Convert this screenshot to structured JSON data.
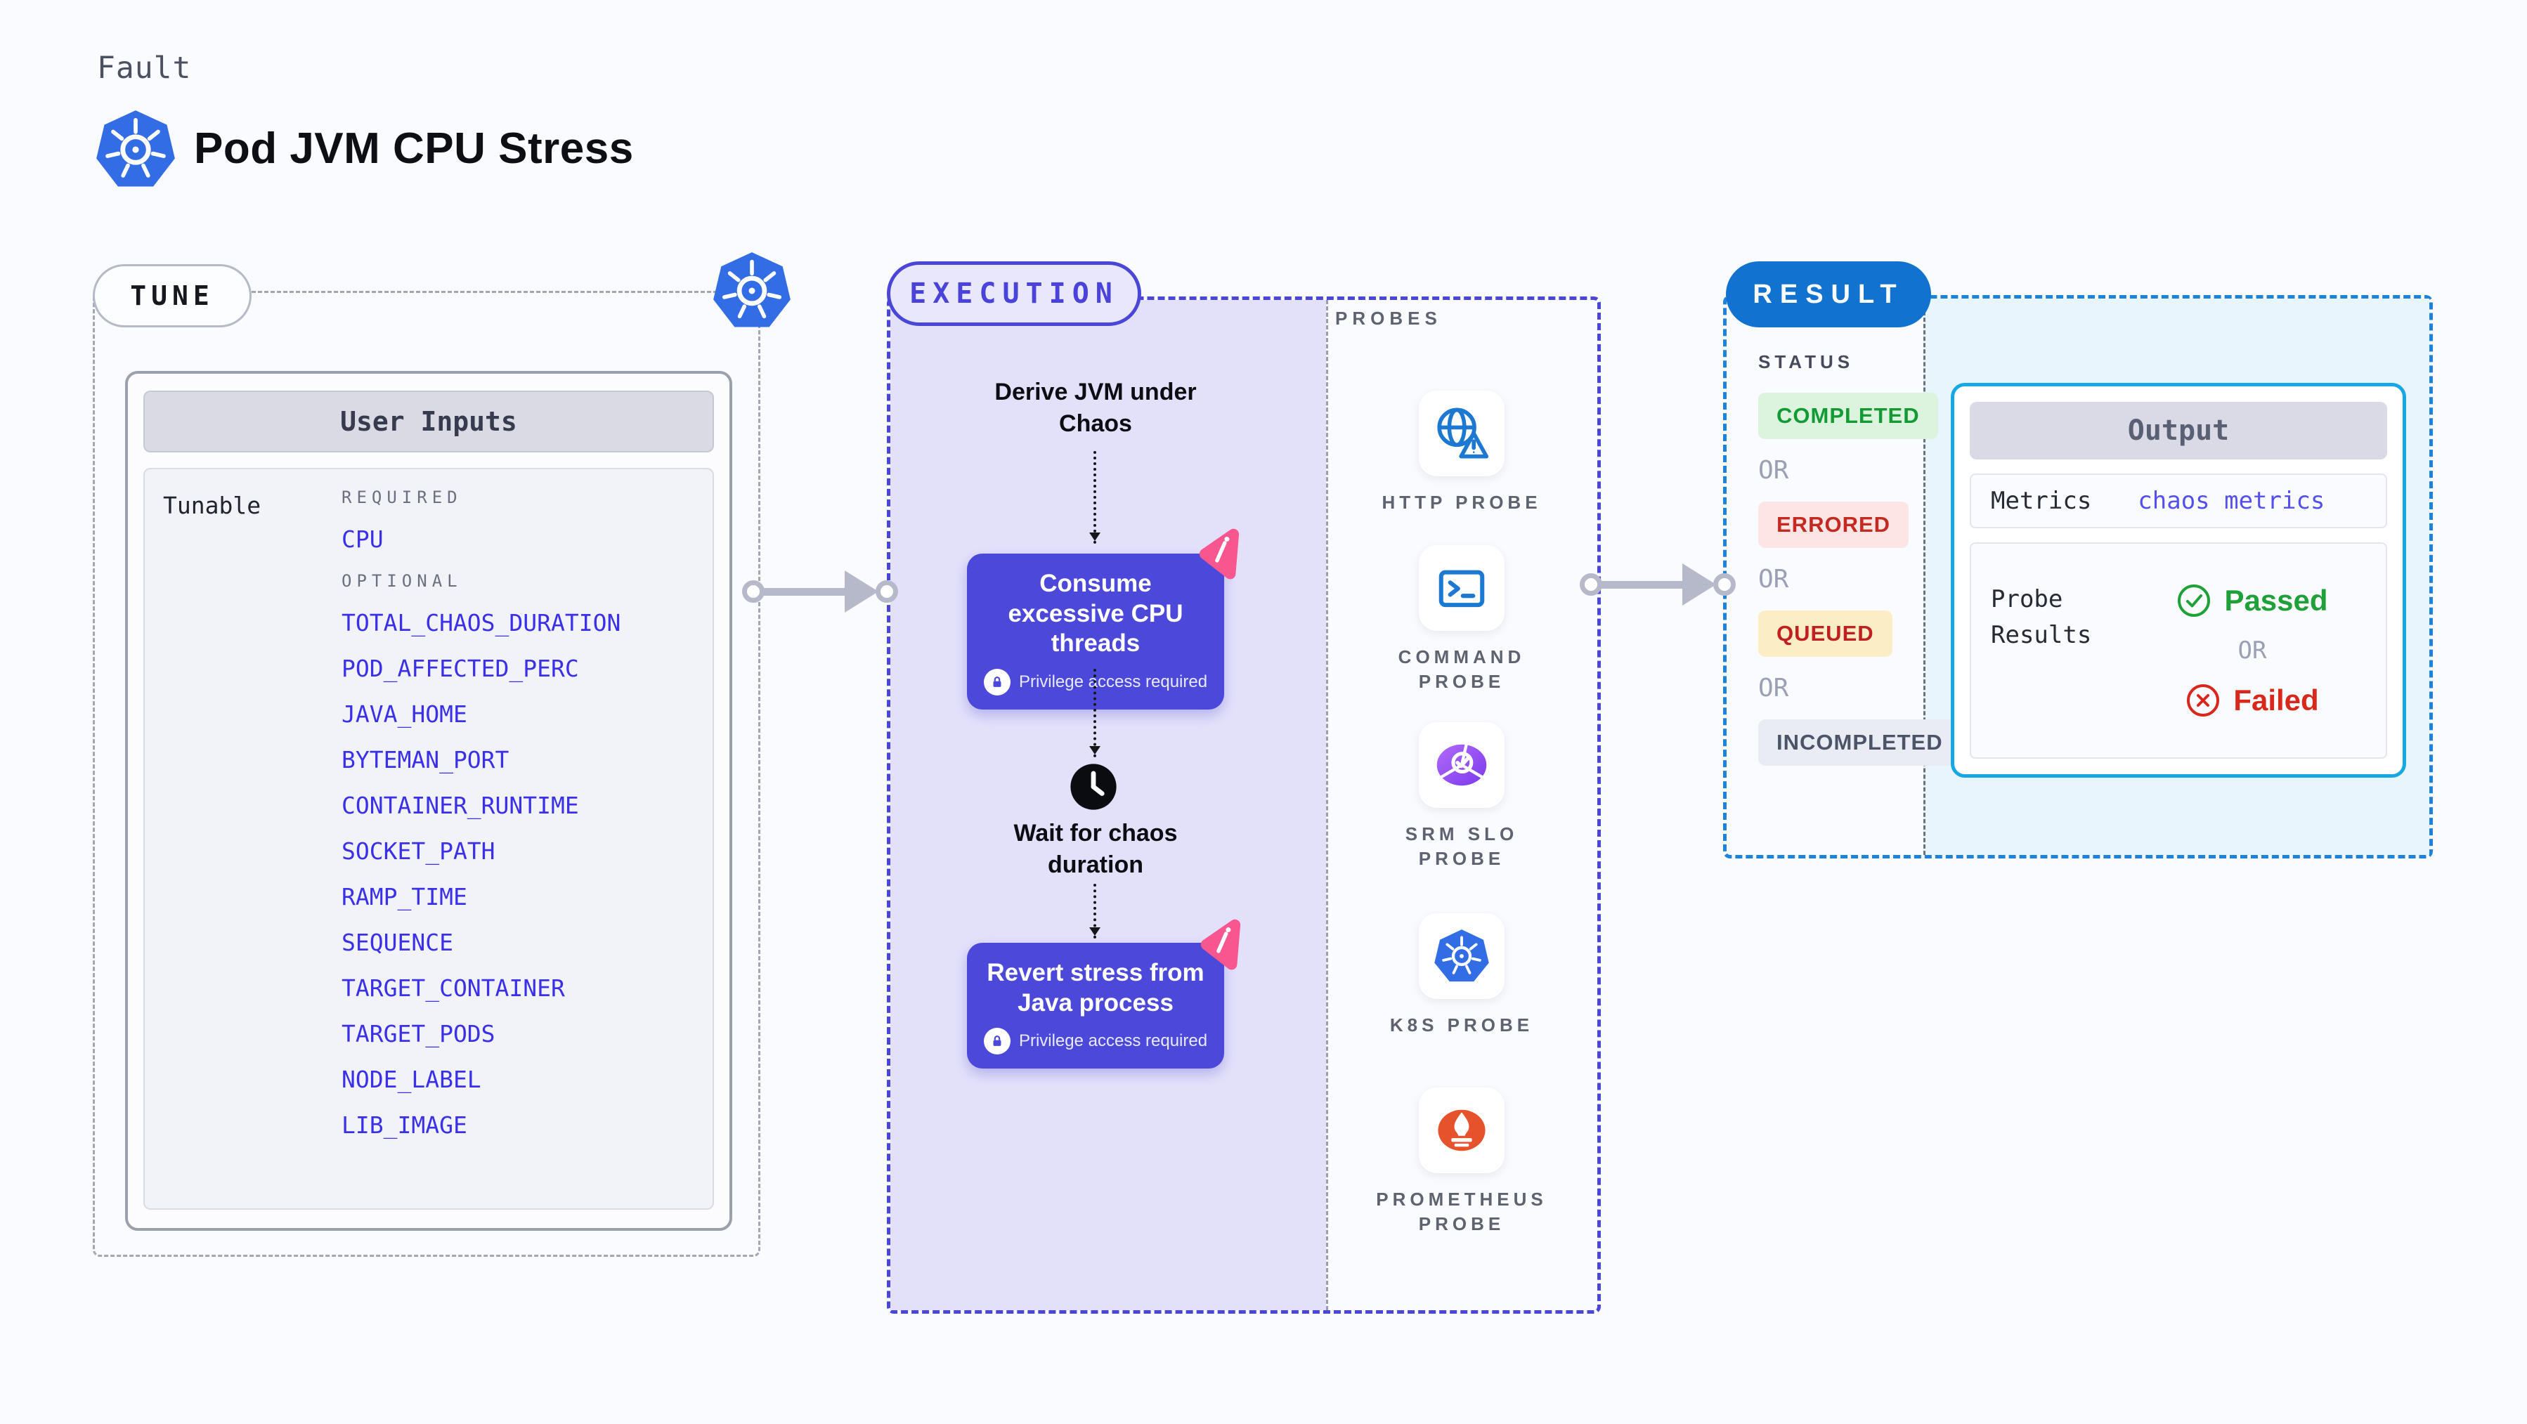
{
  "header": {
    "eyebrow": "Fault",
    "title": "Pod JVM CPU Stress"
  },
  "tune": {
    "badge": "TUNE",
    "card_title": "User Inputs",
    "row_label": "Tunable",
    "required_heading": "REQUIRED",
    "optional_heading": "OPTIONAL",
    "required_items": [
      "CPU"
    ],
    "optional_items": [
      "TOTAL_CHAOS_DURATION",
      "POD_AFFECTED_PERC",
      "JAVA_HOME",
      "BYTEMAN_PORT",
      "CONTAINER_RUNTIME",
      "SOCKET_PATH",
      "RAMP_TIME",
      "SEQUENCE",
      "TARGET_CONTAINER",
      "TARGET_PODS",
      "NODE_LABEL",
      "LIB_IMAGE"
    ]
  },
  "execution": {
    "badge": "EXECUTION",
    "derive": "Derive JVM under Chaos",
    "consume": "Consume excessive CPU threads",
    "wait": "Wait for chaos duration",
    "revert": "Revert stress from Java process",
    "privilege": "Privilege access required"
  },
  "probes": {
    "heading": "PROBES",
    "items": [
      {
        "label": "HTTP PROBE",
        "icon": "globe-warning-icon"
      },
      {
        "label": "COMMAND PROBE",
        "icon": "terminal-icon"
      },
      {
        "label": "SRM SLO PROBE",
        "icon": "slo-donut-icon"
      },
      {
        "label": "K8S PROBE",
        "icon": "kubernetes-icon"
      },
      {
        "label": "PROMETHEUS PROBE",
        "icon": "prometheus-icon"
      }
    ]
  },
  "result": {
    "badge": "RESULT",
    "status_heading": "STATUS",
    "statuses": [
      {
        "label": "COMPLETED",
        "fg": "#149a35",
        "bg": "#dcf4dd"
      },
      {
        "or": "OR",
        "label": "ERRORED",
        "fg": "#c52a20",
        "bg": "#fce5e4"
      },
      {
        "or": "OR",
        "label": "QUEUED",
        "fg": "#c02020",
        "bg": "#fbeec6"
      },
      {
        "or": "OR",
        "label": "INCOMPLETED",
        "fg": "#4c5568",
        "bg": "#eaecf4"
      }
    ],
    "output": {
      "title": "Output",
      "metrics_label": "Metrics",
      "metrics_value": "chaos metrics",
      "probe_results_label": "Probe Results",
      "passed": "Passed",
      "or": "OR",
      "failed": "Failed"
    }
  },
  "colors": {
    "accent-indigo": "#4c49da",
    "accent-pink": "#f7568f",
    "kubernetes-blue": "#326de6",
    "result-blue": "#1173cf",
    "output-border": "#17a8e3",
    "link-blue": "#3a30e8",
    "passed-green": "#1fa038",
    "failed-red": "#d8281c"
  }
}
